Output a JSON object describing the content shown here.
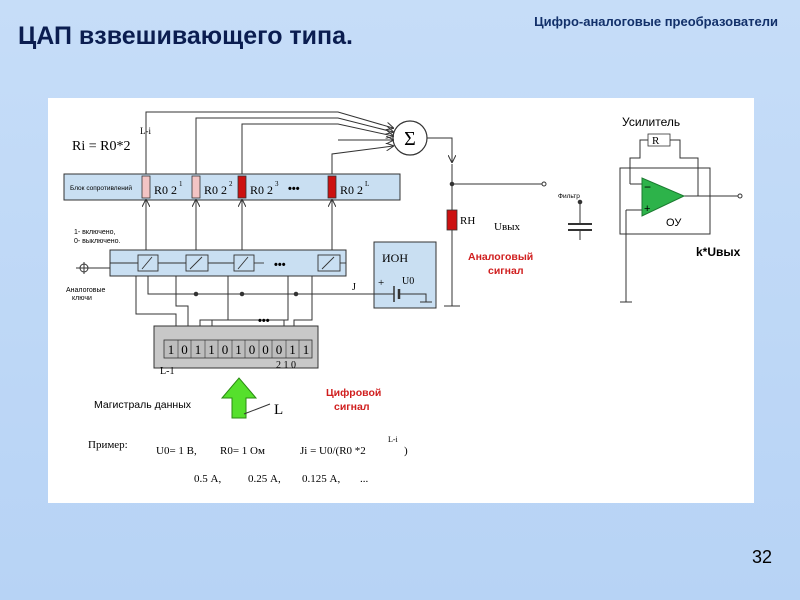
{
  "header": {
    "title": "ЦАП взвешивающего типа.",
    "subtitle": "Цифро-аналоговые преобразователи",
    "page_number": "32"
  },
  "diagram": {
    "formula_r": "Ri = R0*2",
    "formula_r_exp": "L-i",
    "sum_symbol": "Σ",
    "resistor_block_label": "Блок сопротивлений",
    "resistor_labels": [
      "R0 2",
      "R0 2",
      "R0 2",
      "R0 2"
    ],
    "resistor_exps": [
      "1",
      "2",
      "3",
      "L"
    ],
    "dots": "•••",
    "rh_label": "RH",
    "u_out_label": "Uвых",
    "switch_legend_1": "1- включено,",
    "switch_legend_0": "0- выключено.",
    "switches_label_1": "Аналоговые",
    "switches_label_2": "ключи",
    "ion_label": "ИОН",
    "u0_label": "U0",
    "plus_label": "+",
    "j_label": "J",
    "analog_signal_1": "Аналоговый",
    "analog_signal_2": "сигнал",
    "filter_label": "Фильтр",
    "amp_label": "Усилитель",
    "amp_r_label": "R",
    "opamp_label": "ОУ",
    "minus_label": "−",
    "plus_in_label": "+",
    "k_uout_label": "k*Uвых",
    "register_bits": [
      "1",
      "0",
      "1",
      "1",
      "0",
      "1",
      "0",
      "0",
      "0",
      "1",
      "1"
    ],
    "register_left_label": "L-1",
    "register_right_label": "2 1 0",
    "bus_label": "Магистраль данных",
    "bus_width_label": "L",
    "digital_signal_1": "Цифровой",
    "digital_signal_2": "сигнал",
    "example_label": "Пример:",
    "example_u0": "U0= 1 В,",
    "example_r0": "R0= 1 Ом",
    "example_formula": "Ji = U0/(R0 *2",
    "example_formula_exp": "L-i",
    "example_formula_close": ")",
    "example_values": [
      "0.5 А,",
      "0.25 А,",
      "0.125 А,",
      "..."
    ]
  },
  "colors": {
    "background": "#b9d4f5",
    "panel_bg": "#ffffff",
    "title": "#0b1d50",
    "wire": "#333333",
    "block_fill": "#c9dff2",
    "resistor_pale": "#f3c4c4",
    "resistor_red": "#cc1111",
    "opamp_green": "#2db34a",
    "arrow_green": "#55e02c",
    "register_fill": "#c8c8c8",
    "signal_red": "#d01e1e"
  }
}
